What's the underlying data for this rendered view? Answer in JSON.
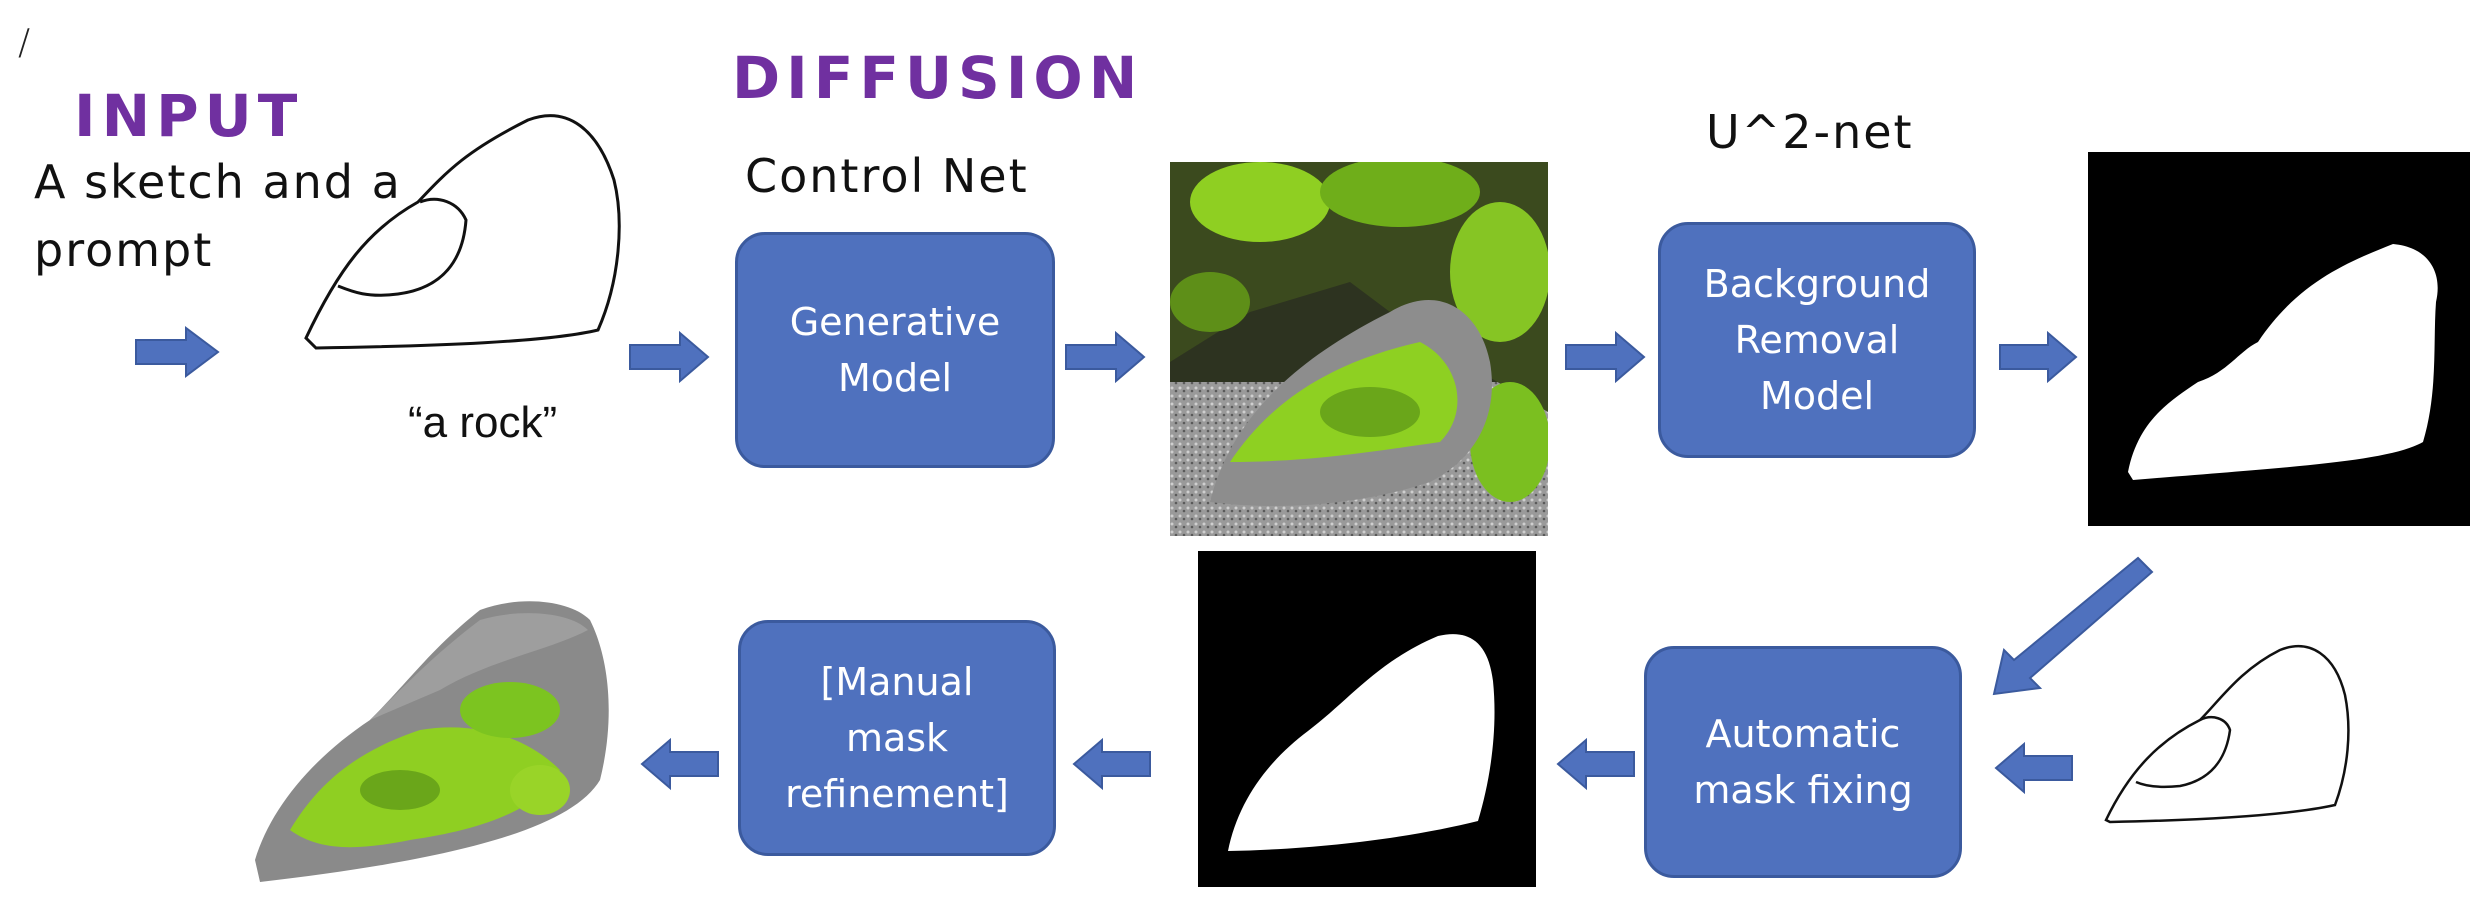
{
  "corner_mark": "/",
  "input": {
    "heading": "INPUT",
    "description": "A sketch and a prompt",
    "prompt_text": "“a rock”"
  },
  "diffusion": {
    "heading": "DIFFUSION",
    "subtitle": "Control Net",
    "box_label": "Generative\nModel"
  },
  "background_removal": {
    "subtitle": "U^2-net",
    "box_label": "Background\nRemoval\nModel"
  },
  "mask_fixing": {
    "box_label": "Automatic\nmask fixing"
  },
  "manual_refinement": {
    "box_label": "[Manual\nmask\nrefinement]"
  },
  "colors": {
    "accent_purple": "#7030a0",
    "box_blue": "#4f71be",
    "arrow_blue": "#4f71be",
    "moss_green": "#7cc42a",
    "rock_gray": "#8a8a8a"
  }
}
